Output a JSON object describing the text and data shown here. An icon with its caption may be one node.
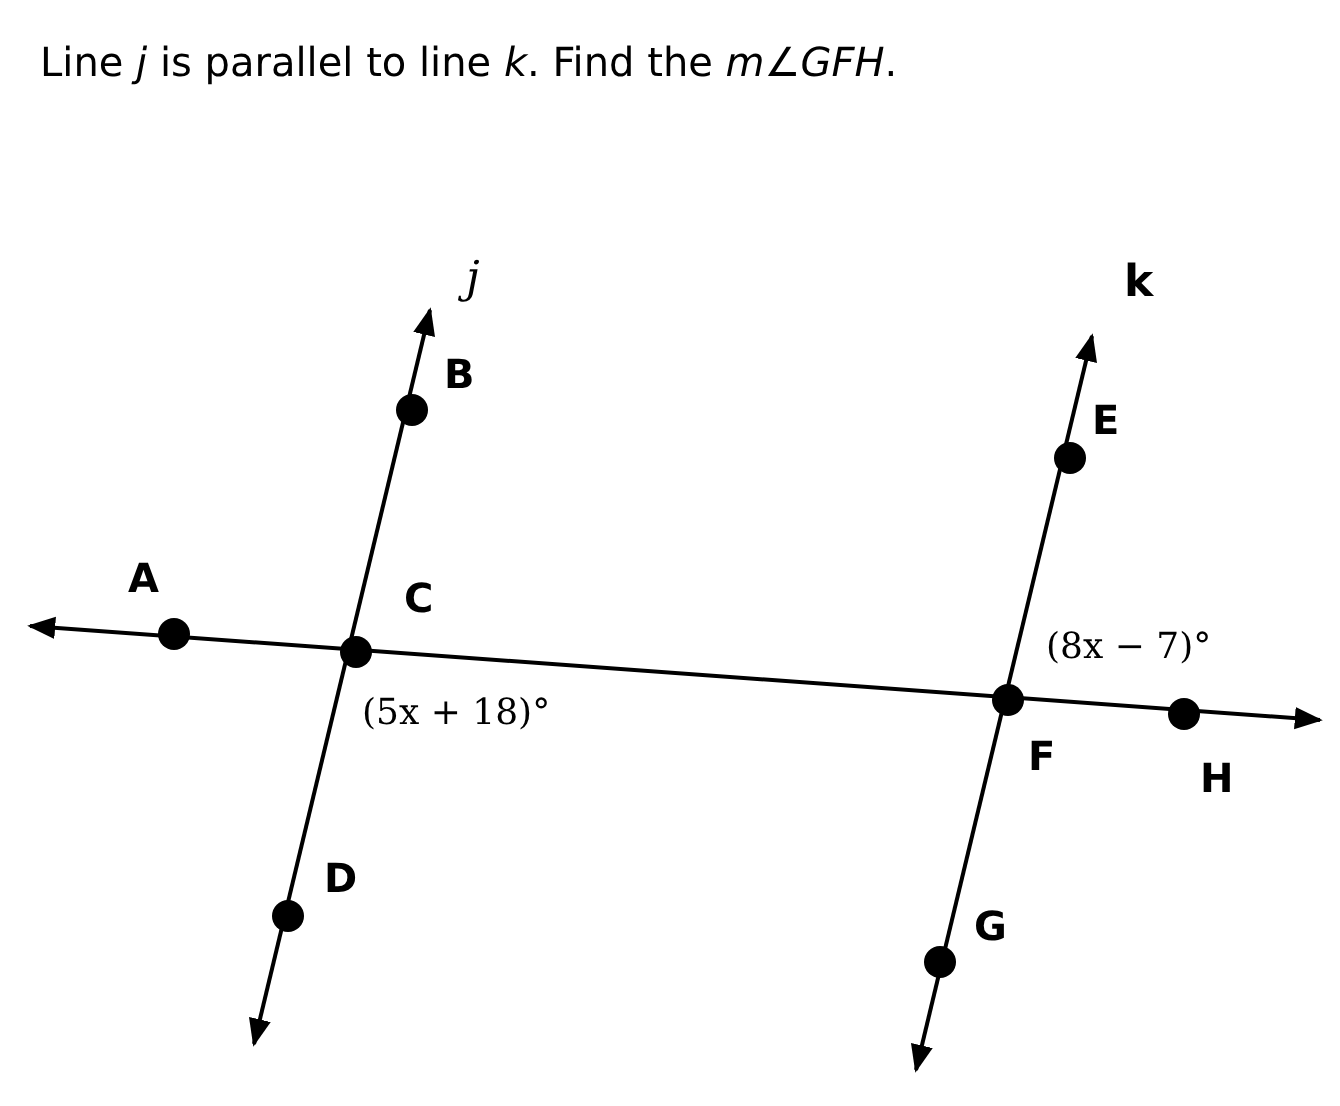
{
  "diagram": {
    "title": "Line *j* is parallel to line *k*. Find the *m∠GFH*.",
    "labels": [
      "j",
      "k",
      "A",
      "B",
      "C",
      "D",
      "E",
      "F",
      "G",
      "H",
      "(5x + 18)°",
      "(8x − 7)°"
    ]
  }
}
